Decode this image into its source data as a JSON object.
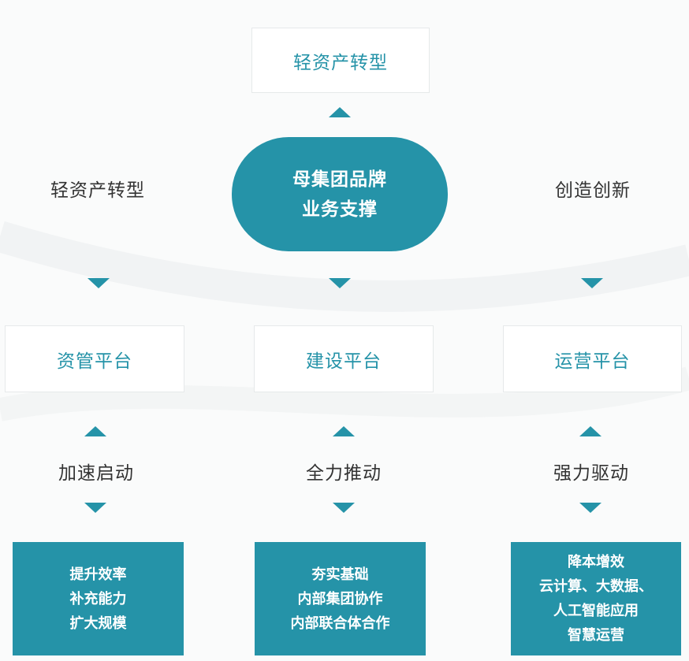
{
  "colors": {
    "accent": "#2593a8",
    "text": "#333333",
    "box_border": "#e6e9ea",
    "background": "#fafbfb"
  },
  "top_box": {
    "label": "轻资产转型"
  },
  "center": {
    "line1": "母集团品牌",
    "line2": "业务支撑"
  },
  "left_label": "轻资产转型",
  "right_label": "创造创新",
  "columns": [
    {
      "platform": "资管平台",
      "drive": "加速启动",
      "items": [
        "提升效率",
        "补充能力",
        "扩大规模"
      ]
    },
    {
      "platform": "建设平台",
      "drive": "全力推动",
      "items": [
        "夯实基础",
        "内部集团协作",
        "内部联合体合作"
      ]
    },
    {
      "platform": "运营平台",
      "drive": "强力驱动",
      "items": [
        "降本增效",
        "云计算、大数据、",
        "人工智能应用",
        "智慧运营"
      ]
    }
  ]
}
